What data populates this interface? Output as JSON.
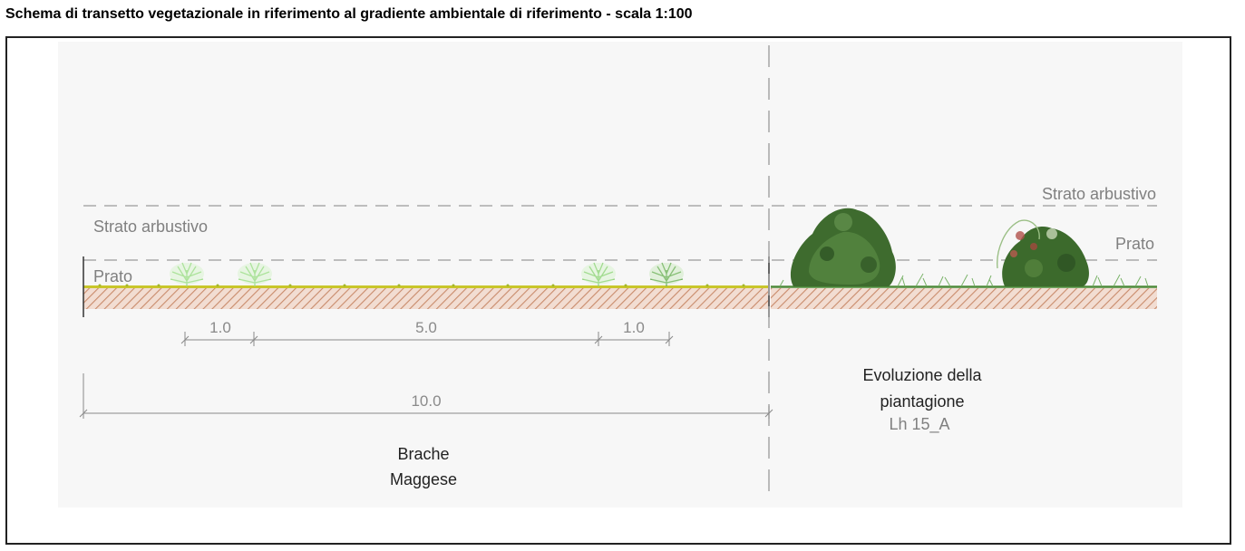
{
  "title": "Schema di transetto vegetazionale in riferimento al gradiente ambientale di riferimento - scala 1:100",
  "left_section": {
    "label_shrub": "Strato arbustivo",
    "label_grass": "Prato",
    "name_line1": "Brache",
    "name_line2": "Maggese",
    "dims": {
      "d1": "1.0",
      "d2": "5.0",
      "d3": "1.0",
      "total": "10.0"
    }
  },
  "right_section": {
    "label_shrub": "Strato arbustivo",
    "label_grass": "Prato",
    "caption_line1": "Evoluzione della",
    "caption_line2": "piantagione",
    "caption_line3": "Lh 15_A"
  },
  "colors": {
    "ground_hatch": "#c98b6b",
    "grass_yellow": "#c9c62a",
    "young_shrub": "#9fdc8c",
    "mature_shrub": "#3e6b2e",
    "dashed_line": "#9a9a9a"
  }
}
